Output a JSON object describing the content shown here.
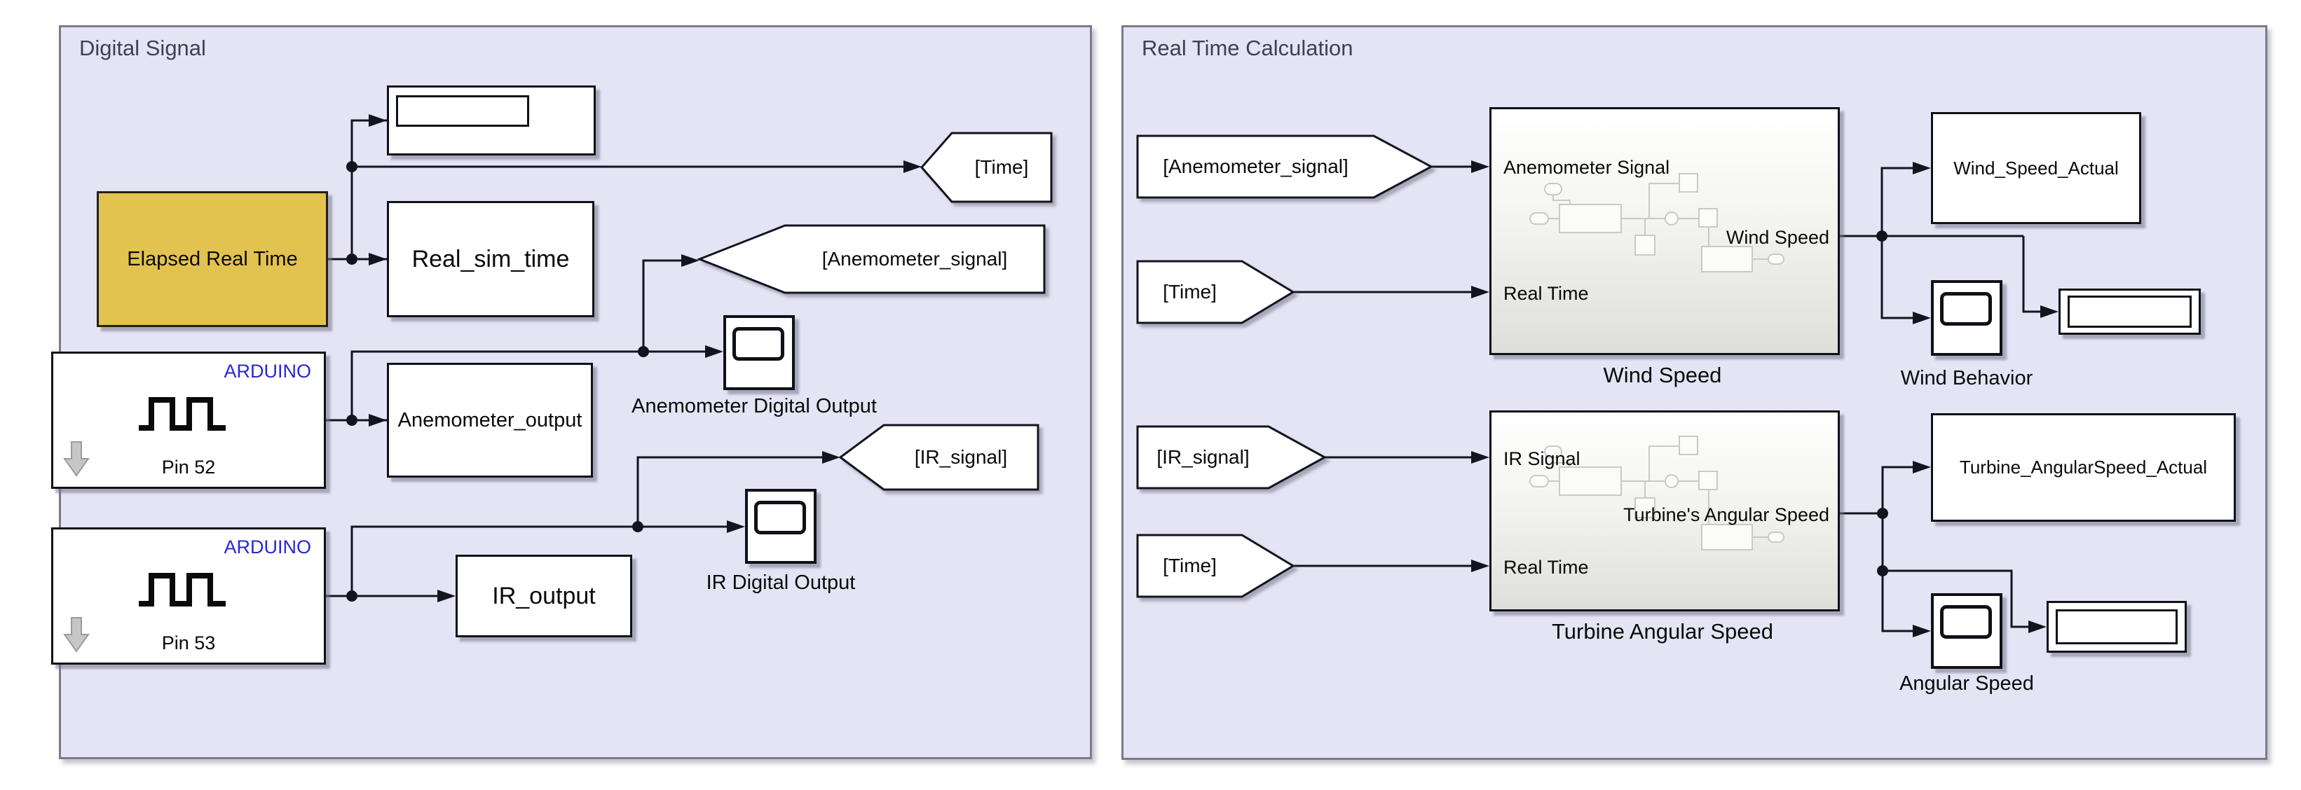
{
  "colors": {
    "canvas_lavender": "#e4e4f5",
    "accent_yellow": "#e2c34f",
    "arduino_blue": "#2929ce",
    "wire_black": "#14141e"
  },
  "digital_signal": {
    "title": "Digital Signal",
    "goto_time": "[Time]",
    "elapsed_block": "Elapsed Real Time",
    "real_sim_time_block": "Real_sim_time",
    "goto_anemometer": "[Anemometer_signal]",
    "arduino_pin52": {
      "brand": "ARDUINO",
      "pin": "Pin 52"
    },
    "anemometer_output_block": "Anemometer_output",
    "anemometer_scope_label": "Anemometer Digital Output",
    "goto_ir": "[IR_signal]",
    "arduino_pin53": {
      "brand": "ARDUINO",
      "pin": "Pin 53"
    },
    "ir_output_block": "IR_output",
    "ir_scope_label": "IR Digital Output"
  },
  "real_time_calculation": {
    "title": "Real Time Calculation",
    "from_anemometer": "[Anemometer_signal]",
    "from_time_1": "[Time]",
    "from_ir": "[IR_signal]",
    "from_time_2": "[Time]",
    "wind_subsystem": {
      "in1": "Anemometer Signal",
      "in2": "Real Time",
      "out": "Wind Speed",
      "caption": "Wind Speed"
    },
    "turbine_subsystem": {
      "in1": "IR Signal",
      "in2": "Real Time",
      "out": "Turbine's Angular Speed",
      "caption": "Turbine Angular Speed"
    },
    "wind_speed_actual_block": "Wind_Speed_Actual",
    "wind_behavior_scope_label": "Wind Behavior",
    "turbine_angularspeed_actual_block": "Turbine_AngularSpeed_Actual",
    "angular_speed_scope_label": "Angular Speed"
  }
}
